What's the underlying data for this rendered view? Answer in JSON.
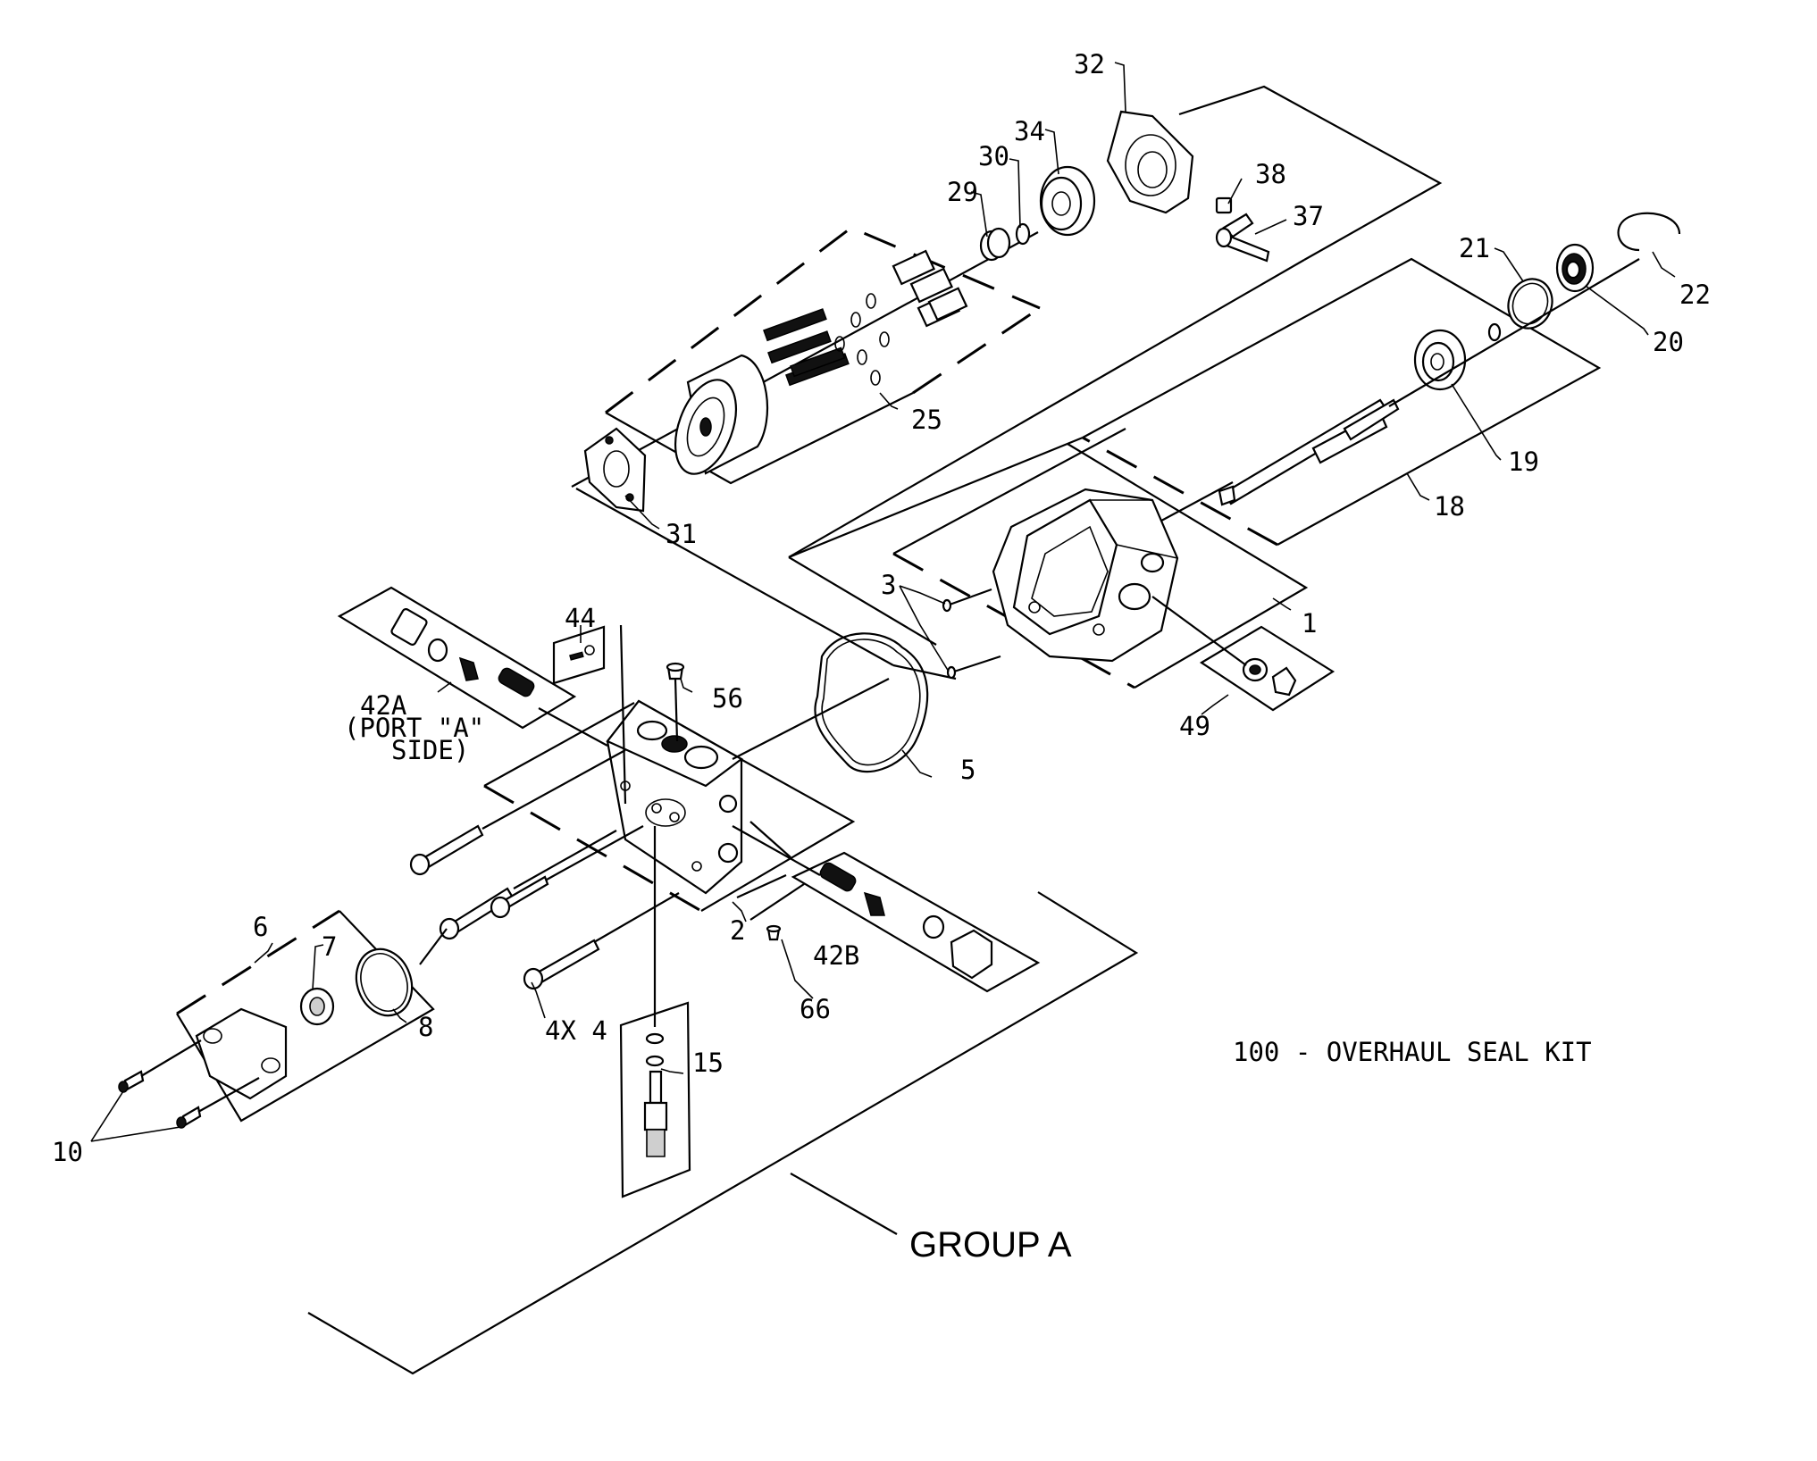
{
  "labels": {
    "l1": "1",
    "l2": "2",
    "l3": "3",
    "l4": "4X 4",
    "l5": "5",
    "l6": "6",
    "l7": "7",
    "l8": "8",
    "l10": "10",
    "l15": "15",
    "l18": "18",
    "l19": "19",
    "l20": "20",
    "l21": "21",
    "l22": "22",
    "l25": "25",
    "l29": "29",
    "l30": "30",
    "l31": "31",
    "l32": "32",
    "l34": "34",
    "l37": "37",
    "l38": "38",
    "l42a_1": "42A",
    "l42a_2": "(PORT \"A\"",
    "l42a_3": "SIDE)",
    "l42b": "42B",
    "l44": "44",
    "l49": "49",
    "l56": "56",
    "l66": "66"
  },
  "seal_kit": "100 - OVERHAUL SEAL KIT",
  "group": "GROUP A"
}
